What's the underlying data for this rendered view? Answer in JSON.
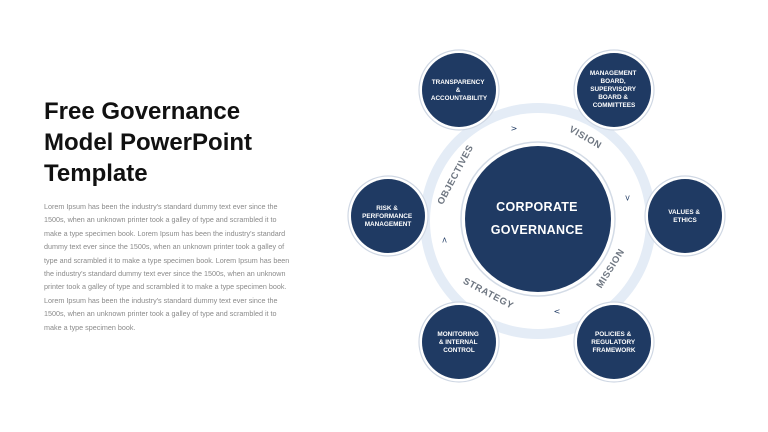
{
  "title": [
    "Free Governance",
    "Model PowerPoint",
    "Template"
  ],
  "body_text": "Lorem Ipsum has been the industry's standard dummy text ever since the 1500s, when an unknown printer took a galley of type and scrambled it to make a type specimen book. Lorem Ipsum has been the industry's standard dummy text ever since the 1500s, when an unknown printer took a galley of type and scrambled it to make a type specimen book. Lorem Ipsum has been the industry's standard dummy text ever since the 1500s, when an unknown printer took a galley of type and scrambled it to make a type specimen book. Lorem Ipsum has been the industry's standard dummy text ever since the 1500s, when an unknown printer took a galley of type and scrambled it to make a type specimen book.",
  "center": [
    "CORPORATE",
    "GOVERNANCE"
  ],
  "ring_labels": [
    "VISION",
    "MISSION",
    "STRATEGY",
    "OBJECTIVES"
  ],
  "nodes": [
    {
      "id": "transparency",
      "lines": [
        "TRANSPARENCY",
        "&",
        "ACCOUNTABILITY"
      ]
    },
    {
      "id": "management-board",
      "lines": [
        "MANAGEMENT",
        "BOARD,",
        "SUPERVISORY",
        "BOARD &",
        "COMMITTEES"
      ]
    },
    {
      "id": "values-ethics",
      "lines": [
        "VALUES &",
        "ETHICS"
      ]
    },
    {
      "id": "policies",
      "lines": [
        "POLICIES &",
        "REGULATORY",
        "FRAMEWORK"
      ]
    },
    {
      "id": "monitoring",
      "lines": [
        "MONITORING",
        "& INTERNAL",
        "CONTROL"
      ]
    },
    {
      "id": "risk",
      "lines": [
        "RISK &",
        "PERFORMANCE",
        "MANAGEMENT"
      ]
    }
  ],
  "colors": {
    "navy": "#1f3a63",
    "ring": "#dfe8f3",
    "ring_inner": "#ffffff",
    "node_border": "#c9d4e3"
  },
  "icons": {
    "arrow": "chevron-arrow-icon"
  }
}
